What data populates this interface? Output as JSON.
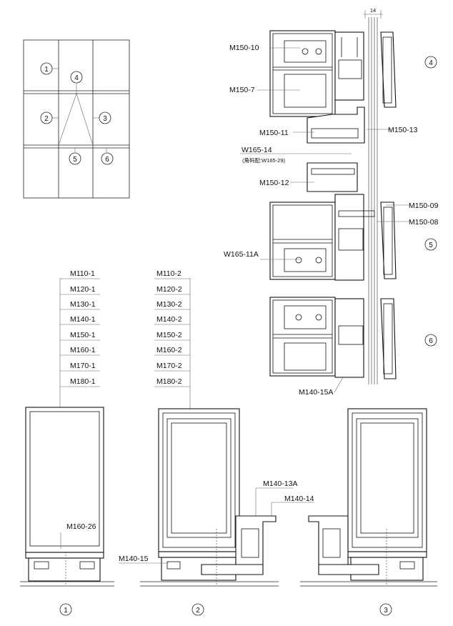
{
  "elevation": {
    "markers": [
      "1",
      "2",
      "3",
      "4",
      "5",
      "6"
    ]
  },
  "section_456": {
    "dimension": "14",
    "labels_left": [
      "M150-10",
      "M150-7",
      "M150-11",
      "W165-14",
      "(角码配:W165-29)",
      "M150-12",
      "W165-11A",
      "M140-15A"
    ],
    "labels_right": [
      "M150-13",
      "M150-09",
      "M150-08"
    ],
    "section_markers": [
      "4",
      "5",
      "6"
    ]
  },
  "section_1": {
    "series": [
      "M110-1",
      "M120-1",
      "M130-1",
      "M140-1",
      "M150-1",
      "M160-1",
      "M170-1",
      "M180-1"
    ],
    "sub_label": "M160-26",
    "marker": "1"
  },
  "section_2": {
    "series": [
      "M110-2",
      "M120-2",
      "M130-2",
      "M140-2",
      "M150-2",
      "M160-2",
      "M170-2",
      "M180-2"
    ],
    "labels": [
      "M140-13A",
      "M140-14",
      "M140-15"
    ],
    "marker": "2"
  },
  "section_3": {
    "marker": "3"
  }
}
